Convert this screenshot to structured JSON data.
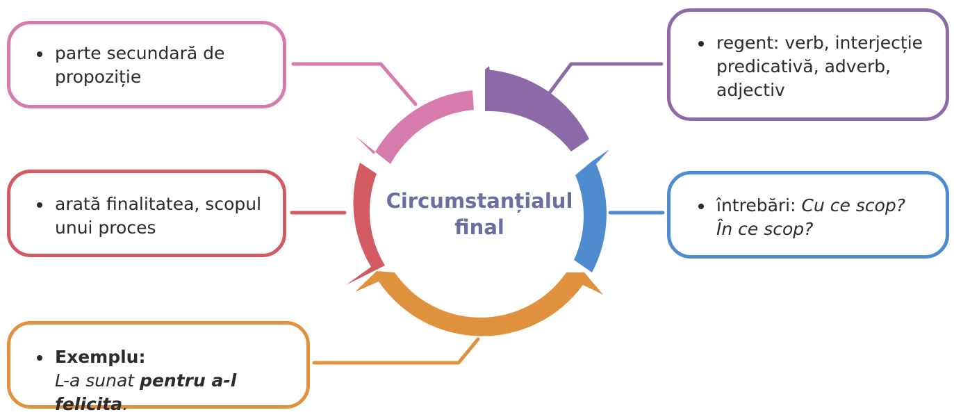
{
  "center": {
    "line1": "Circumstanțialul",
    "line2": "final"
  },
  "boxes": {
    "pink": {
      "text": "parte secundară de propoziție"
    },
    "red": {
      "text": "arată finalitatea, scopul unui proces"
    },
    "purple": {
      "text": "regent: verb, interjecție predicativă, adverb, adjectiv"
    },
    "blue": {
      "prefix": "întrebări: ",
      "q1": "Cu ce scop?",
      "q2": "În ce scop?"
    },
    "orange": {
      "label": "Exemplu:",
      "ex_pre": "L-a sunat ",
      "ex_bold": "pentru a-l felicita",
      "ex_post": "."
    }
  },
  "colors": {
    "pink": "#d77aac",
    "purple": "#8c6aa8",
    "blue": "#4f8ccf",
    "orange": "#e0913e",
    "red": "#d25a62",
    "title": "#6a6ea2"
  }
}
